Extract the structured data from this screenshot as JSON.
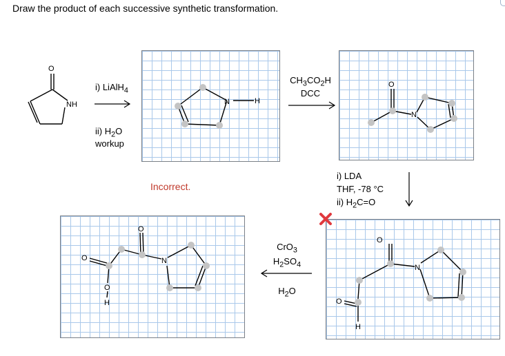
{
  "instruction": "Draw the product of each successive synthetic transformation.",
  "step1": {
    "line1": "i) LiAlH",
    "line1_sub": "4",
    "line2_pre": "ii) H",
    "line2_sub": "2",
    "line2_post": "O",
    "line3": "workup"
  },
  "step2": {
    "line1_pre": "CH",
    "line1_sub1": "3",
    "line1_mid": "CO",
    "line1_sub2": "2",
    "line1_post": "H",
    "line2": "DCC"
  },
  "step3": {
    "line1": "i) LDA",
    "line2": "THF, -78 °C",
    "line3_pre": "ii) H",
    "line3_sub": "2",
    "line3_post": "C=O"
  },
  "step4": {
    "line1_pre": "CrO",
    "line1_sub": "3",
    "line2_pre": "H",
    "line2_sub1": "2",
    "line2_mid": "SO",
    "line2_sub2": "4",
    "line3_pre": "H",
    "line3_sub": "2",
    "line3_post": "O"
  },
  "feedback": {
    "status": "Incorrect."
  },
  "atoms": {
    "oxygen": "O",
    "nitrogen": "N",
    "hydrogen": "H",
    "nh": "NH"
  },
  "colors": {
    "grid_line": "#a9c8ea",
    "node": "#c4c4c4",
    "error": "#e0393e",
    "incorrect_text": "#c0392b"
  },
  "icons": {
    "status_error": "x-mark-icon",
    "arrow_right": "arrow-right-icon",
    "arrow_down": "arrow-down-icon",
    "arrow_left": "arrow-left-icon"
  }
}
